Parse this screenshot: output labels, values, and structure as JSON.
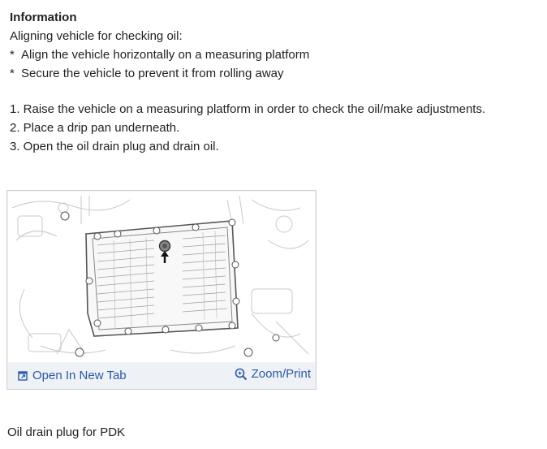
{
  "info": {
    "title": "Information",
    "intro": "Aligning vehicle for checking oil:",
    "bullets": [
      "Align the vehicle horizontally on a measuring platform",
      "Secure the vehicle to prevent it from rolling away"
    ],
    "bullet_marker": "*",
    "steps": [
      "1. Raise the vehicle on a measuring platform in order to check the oil/make adjustments.",
      "2. Place a drip pan underneath.",
      "3. Open the oil drain plug and drain oil."
    ]
  },
  "figure": {
    "open_tab_label": "Open In New Tab",
    "zoom_label": "Zoom/Print",
    "link_color": "#2a5aa5",
    "footer_bg": "#eef1f5"
  },
  "caption": "Oil drain plug for PDK"
}
